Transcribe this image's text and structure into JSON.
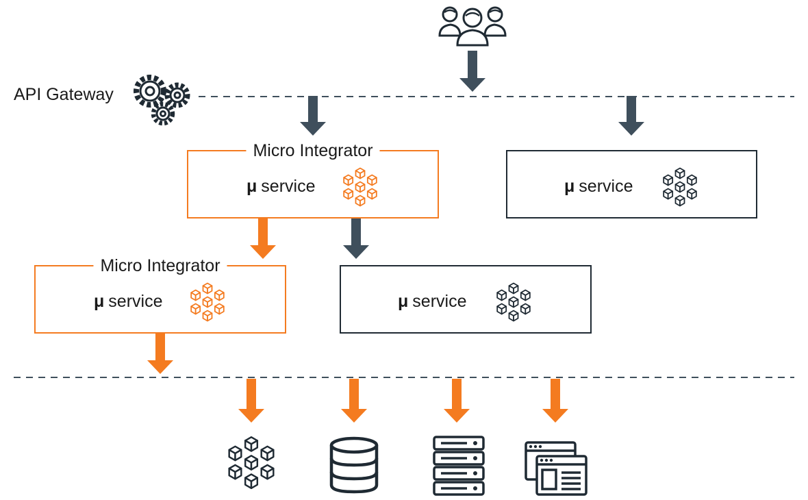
{
  "gateway": {
    "label": "API Gateway",
    "icon": "gears-icon"
  },
  "users": {
    "icon": "users-icon"
  },
  "integrator_boxes": [
    {
      "title": "Micro Integrator",
      "mu": "μ",
      "service": "service",
      "icon": "microservice-cube-icon"
    },
    {
      "title": "Micro Integrator",
      "mu": "μ",
      "service": "service",
      "icon": "microservice-cube-icon"
    }
  ],
  "service_boxes": [
    {
      "mu": "μ",
      "service": "service",
      "icon": "microservice-cube-icon"
    },
    {
      "mu": "μ",
      "service": "service",
      "icon": "microservice-cube-icon"
    }
  ],
  "backends": [
    {
      "icon": "microservice-cube-icon"
    },
    {
      "icon": "database-icon"
    },
    {
      "icon": "server-rack-icon"
    },
    {
      "icon": "browser-windows-icon"
    }
  ],
  "colors": {
    "orange": "#f47b20",
    "slate": "#3f4f5c",
    "dark": "#1f2a33"
  }
}
